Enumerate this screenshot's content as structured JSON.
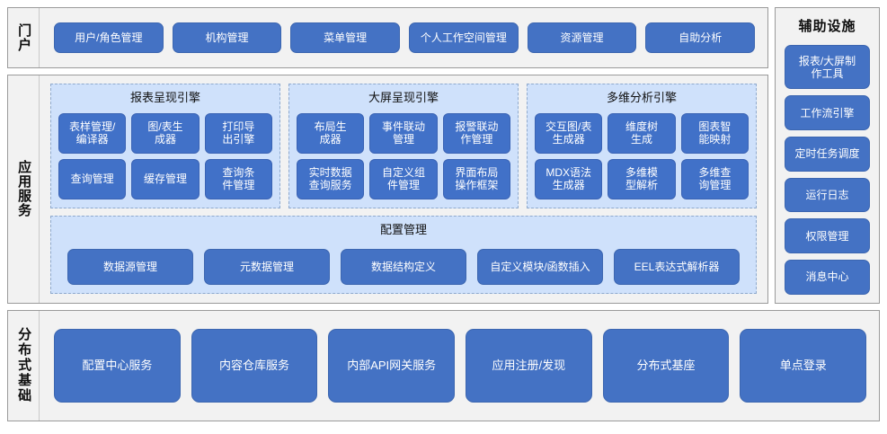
{
  "colors": {
    "button_blue": "#4472c4",
    "panel_blue": "#cfe1fb",
    "frame_gray": "#f2f2f2",
    "frame_border": "#9a9a9a",
    "text_white": "#ffffff",
    "text_dark": "#111111"
  },
  "portal": {
    "label": "门户",
    "items": [
      {
        "label": "用户/角色管理"
      },
      {
        "label": "机构管理"
      },
      {
        "label": "菜单管理"
      },
      {
        "label": "个人工作空间管理"
      },
      {
        "label": "资源管理"
      },
      {
        "label": "自助分析"
      }
    ]
  },
  "application_services": {
    "label": "应用服务",
    "engines": [
      {
        "title": "报表呈现引擎",
        "items": [
          {
            "label": "表样管理/\n编译器"
          },
          {
            "label": "图/表生\n成器"
          },
          {
            "label": "打印导\n出引擎"
          },
          {
            "label": "查询管理"
          },
          {
            "label": "缓存管理"
          },
          {
            "label": "查询条\n件管理"
          }
        ]
      },
      {
        "title": "大屏呈现引擎",
        "items": [
          {
            "label": "布局生\n成器"
          },
          {
            "label": "事件联动\n管理"
          },
          {
            "label": "报警联动\n作管理"
          },
          {
            "label": "实时数据\n查询服务"
          },
          {
            "label": "自定义组\n件管理"
          },
          {
            "label": "界面布局\n操作框架"
          }
        ]
      },
      {
        "title": "多维分析引擎",
        "items": [
          {
            "label": "交互图/表\n生成器"
          },
          {
            "label": "维度树\n生成"
          },
          {
            "label": "图表智\n能映射"
          },
          {
            "label": "MDX语法\n生成器"
          },
          {
            "label": "多维模\n型解析"
          },
          {
            "label": "多维查\n询管理"
          }
        ]
      }
    ],
    "config": {
      "title": "配置管理",
      "items": [
        {
          "label": "数据源管理"
        },
        {
          "label": "元数据管理"
        },
        {
          "label": "数据结构定义"
        },
        {
          "label": "自定义模块/函数插入"
        },
        {
          "label": "EEL表达式解析器"
        }
      ]
    }
  },
  "auxiliary": {
    "title": "辅助设施",
    "items": [
      {
        "label": "报表/大屏制\n作工具",
        "tall": true
      },
      {
        "label": "工作流引擎",
        "tall": false
      },
      {
        "label": "定时任务调度",
        "tall": false
      },
      {
        "label": "运行日志",
        "tall": false
      },
      {
        "label": "权限管理",
        "tall": false
      },
      {
        "label": "消息中心",
        "tall": false
      }
    ]
  },
  "distributed_foundation": {
    "label": "分布式基础",
    "items": [
      {
        "label": "配置中心服务"
      },
      {
        "label": "内容仓库服务"
      },
      {
        "label": "内部API网关服务"
      },
      {
        "label": "应用注册/发现"
      },
      {
        "label": "分布式基座"
      },
      {
        "label": "单点登录"
      }
    ]
  }
}
